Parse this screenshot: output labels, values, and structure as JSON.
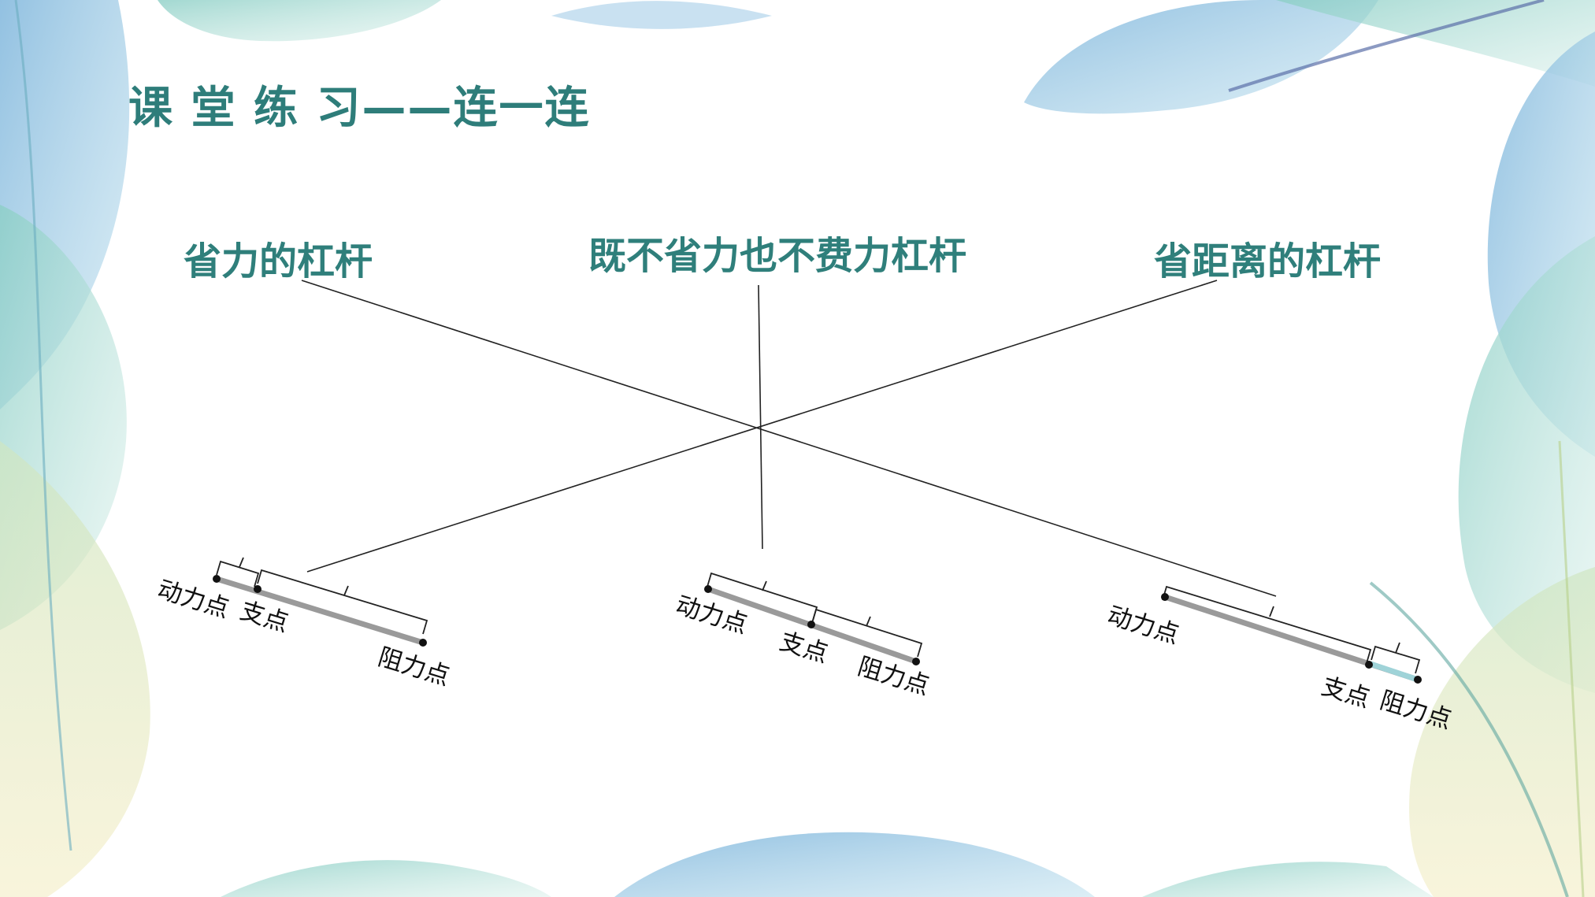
{
  "slide": {
    "title": "课 堂 练 习——连一连"
  },
  "categories": [
    {
      "label": "省力的杠杆"
    },
    {
      "label": "既不省力也不费力杠杆"
    },
    {
      "label": "省距离的杠杆"
    }
  ],
  "levers": [
    {
      "effort_label": "动力点",
      "fulcrum_label": "支点",
      "load_label": "阻力点"
    },
    {
      "effort_label": "动力点",
      "fulcrum_label": "支点",
      "load_label": "阻力点"
    },
    {
      "effort_label": "动力点",
      "fulcrum_label": "支点",
      "load_label": "阻力点"
    }
  ],
  "colors": {
    "title": "#2e7d7a",
    "category": "#2f7f7b",
    "leaf_blue": "#8fc3e0",
    "leaf_teal": "#9ed1cc",
    "lever_bar": "#9a9a9a"
  }
}
